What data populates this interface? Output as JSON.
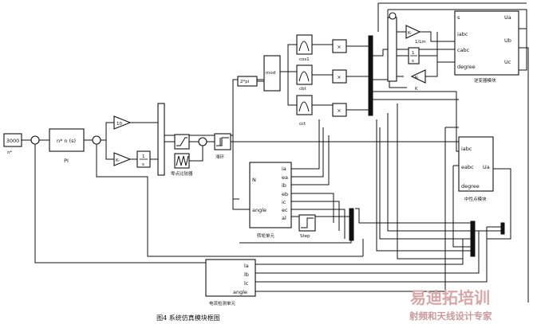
{
  "blocks": {
    "setpoint": "3000",
    "setpoint_sub": "n*",
    "pi_inner": "n* n (s)",
    "pi_caption": "PI",
    "gain_1": "10",
    "gain_2": "K-",
    "integrator": "1/s",
    "zero_cross_caption": "零点比较器",
    "slip_caption": "滞环",
    "mod": "mod",
    "const_mod": "2*pi",
    "cos_a": "cos1",
    "cos_b": "cbt",
    "cos_c": "cct",
    "mult": "×",
    "gain_lm": "1/Lm",
    "gain_k": "K",
    "int2": "1/s",
    "ac_top_in": [
      "s",
      "iabc",
      "cabc",
      "degree"
    ],
    "ac_top_out": [
      "Ua",
      "Ub",
      "Uc"
    ],
    "ac_top_caption": "逆变器模块",
    "ac_mid_in": [
      "iabc",
      "eabc",
      "degree"
    ],
    "ac_mid_out": "Ua",
    "ac_mid_caption": "中性点模块",
    "calc_ports": [
      "ia",
      "ea",
      "ib",
      "eb",
      "ic",
      "ec",
      "al"
    ],
    "calc_left": [
      "N",
      "angle"
    ],
    "calc_caption": "转矩单元",
    "step_caption": "Step",
    "meas_ports": [
      "la",
      "lb",
      "lc",
      "angle"
    ],
    "meas_caption": "电流检测单元"
  },
  "figure_caption": "图4  系统仿真模块框图",
  "watermark": {
    "line1": "易迪拓培训",
    "line2": "射频和天线设计专家"
  }
}
